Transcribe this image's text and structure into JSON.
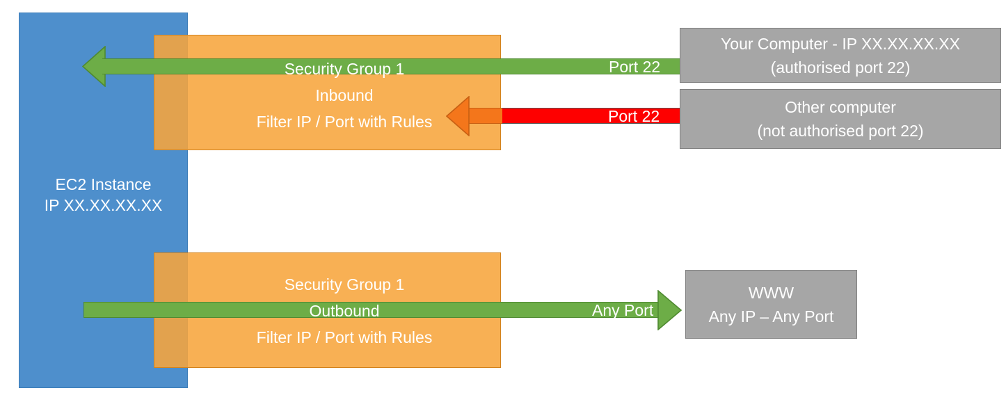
{
  "diagram": {
    "title": "AWS EC2 Security Group inbound / outbound traffic filtering",
    "colors": {
      "ec2_blue": "#4E8FCC",
      "security_group_orange": "#F7A53C",
      "allowed_green": "#6DAD47",
      "blocked_red": "#FE0000",
      "blocked_orange": "#F4761B",
      "endpoint_grey": "#A6A6A6",
      "text_white": "#FFFFFF"
    }
  },
  "ec2": {
    "line1": "EC2 Instance",
    "line2": "IP XX.XX.XX.XX"
  },
  "security_groups": {
    "inbound": {
      "name": "Security Group 1",
      "direction": "Inbound",
      "rule": "Filter IP / Port with Rules"
    },
    "outbound": {
      "name": "Security Group 1",
      "direction": "Outbound",
      "rule": "Filter IP / Port with Rules"
    }
  },
  "flows": {
    "allowed_inbound": {
      "label": "Port 22",
      "status": "allowed",
      "direction": "right-to-left"
    },
    "blocked_inbound": {
      "label": "Port 22",
      "status": "blocked",
      "direction": "right-to-left"
    },
    "allowed_outbound": {
      "label": "Any Port",
      "status": "allowed",
      "direction": "left-to-right"
    }
  },
  "endpoints": {
    "your_computer": {
      "line1": "Your Computer - IP XX.XX.XX.XX",
      "line2": "(authorised port 22)"
    },
    "other_computer": {
      "line1": "Other computer",
      "line2": "(not authorised port 22)"
    },
    "www": {
      "line1": "WWW",
      "line2": "Any IP – Any Port"
    }
  }
}
